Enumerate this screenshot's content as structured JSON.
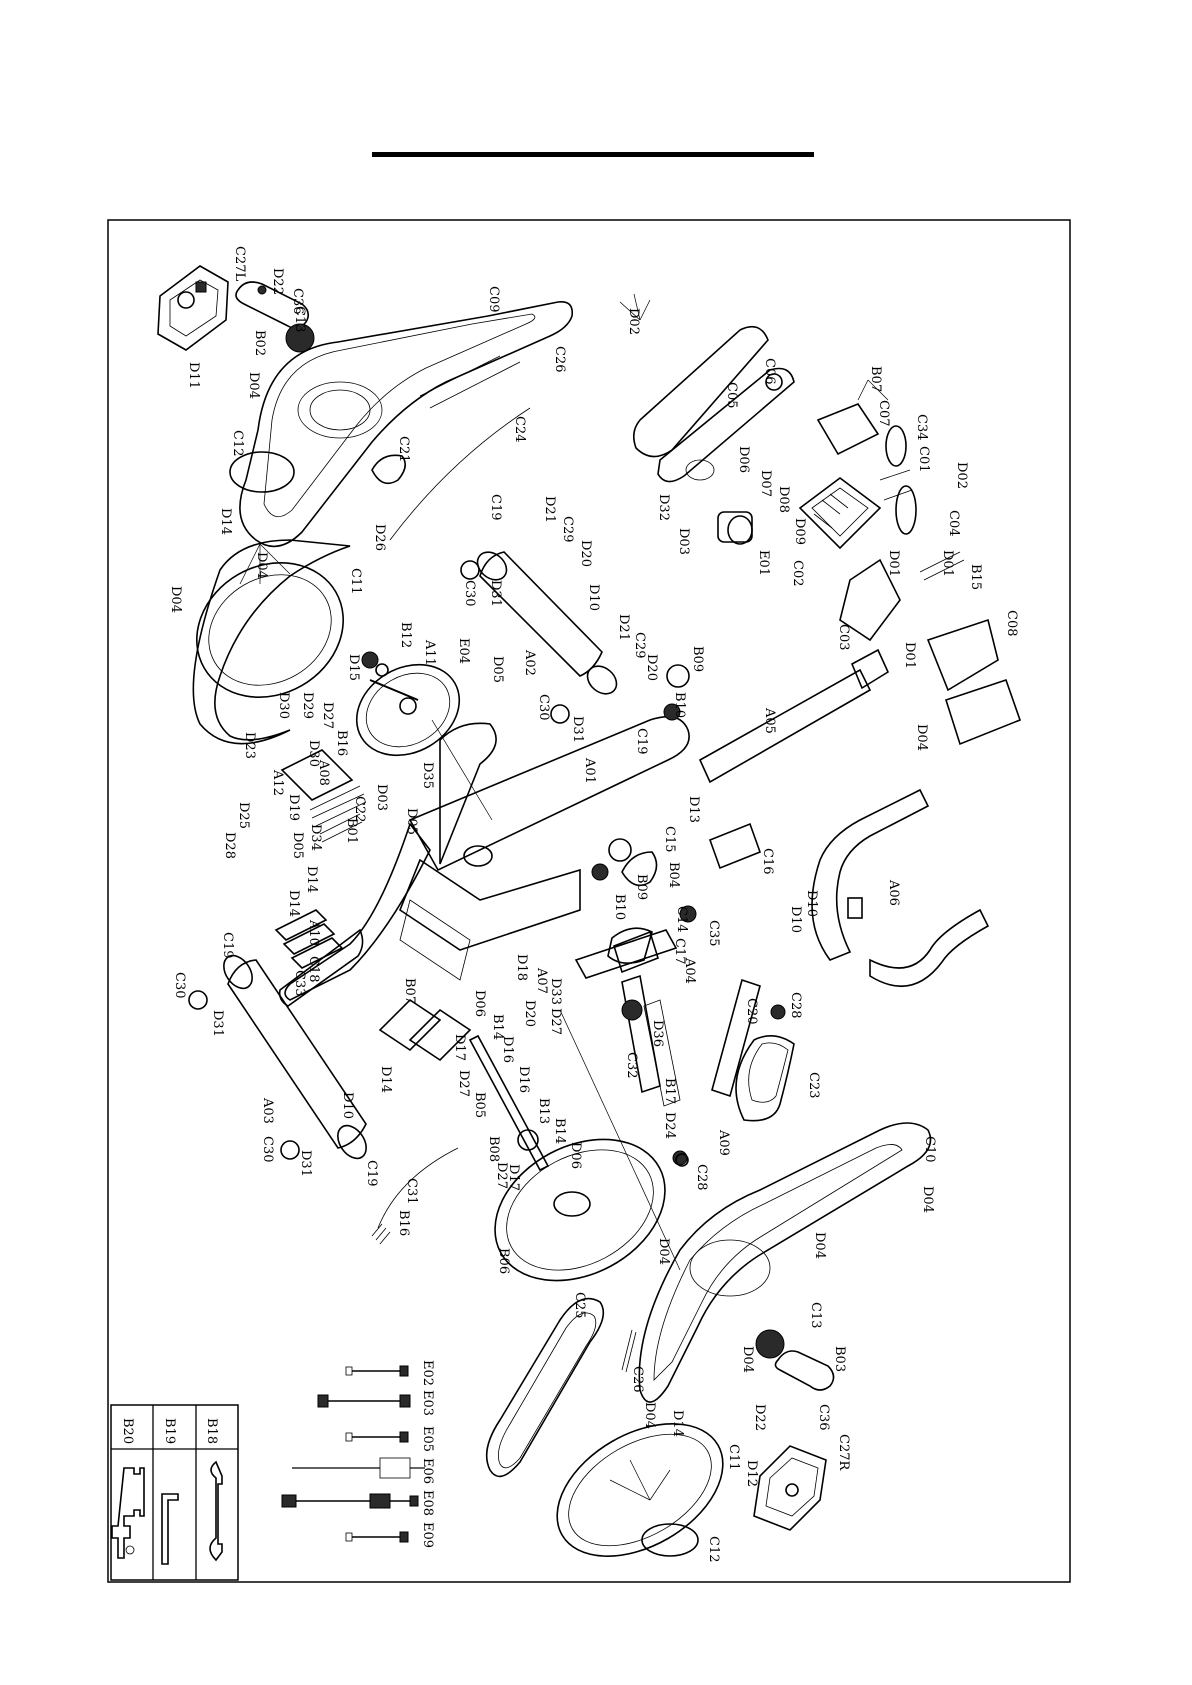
{
  "diagram": {
    "type": "exploded-parts-diagram",
    "part_labels": [
      "C27L",
      "D22",
      "C36",
      "B02",
      "D11",
      "C13",
      "C09",
      "D04",
      "C26",
      "C24",
      "C21",
      "C12",
      "D14",
      "D26",
      "D02",
      "C06",
      "C05",
      "D06",
      "D07",
      "D32",
      "D08",
      "D03",
      "D09",
      "E01",
      "B07",
      "C07",
      "C34",
      "C01",
      "D02",
      "C04",
      "C02",
      "D01",
      "D01",
      "B15",
      "C03",
      "D01",
      "C08",
      "D04",
      "C19",
      "D21",
      "C29",
      "D20",
      "D31",
      "C30",
      "D10",
      "D21",
      "C29",
      "D20",
      "A02",
      "B09",
      "B10",
      "C30",
      "D31",
      "C19",
      "A01",
      "A05",
      "C11",
      "D04",
      "D04",
      "B12",
      "A11",
      "E04",
      "D05",
      "D15",
      "D30",
      "D29",
      "D27",
      "B16",
      "D23",
      "D30",
      "A08",
      "A12",
      "D19",
      "D03",
      "C22",
      "D34",
      "B01",
      "D05",
      "D35",
      "D05",
      "D25",
      "D28",
      "D13",
      "C15",
      "B04",
      "C16",
      "B09",
      "B10",
      "C14",
      "C35",
      "A06",
      "D10",
      "D10",
      "D14",
      "D14",
      "A10",
      "C18",
      "C33",
      "C19",
      "C30",
      "D31",
      "B07",
      "C17",
      "A04",
      "D18",
      "A07",
      "D33",
      "D27",
      "D20",
      "D06",
      "B14",
      "D16",
      "D17",
      "D27",
      "D14",
      "C28",
      "C20",
      "C32",
      "D36",
      "B17",
      "D24",
      "D16",
      "B13",
      "B05",
      "A03",
      "D10",
      "C30",
      "D31",
      "C19",
      "B08",
      "B14",
      "D06",
      "D17",
      "D27",
      "C23",
      "A09",
      "C28",
      "C10",
      "D04",
      "C31",
      "B16",
      "B06",
      "D04",
      "D04",
      "C13",
      "C25",
      "C26",
      "B03",
      "D04",
      "D14",
      "C36",
      "D22",
      "C27R",
      "D04",
      "C11",
      "D12",
      "C12"
    ],
    "cable_labels": [
      "E02",
      "E03",
      "E05",
      "E06",
      "E08",
      "E09"
    ],
    "tool_labels": [
      "B18",
      "B19",
      "B20"
    ]
  }
}
